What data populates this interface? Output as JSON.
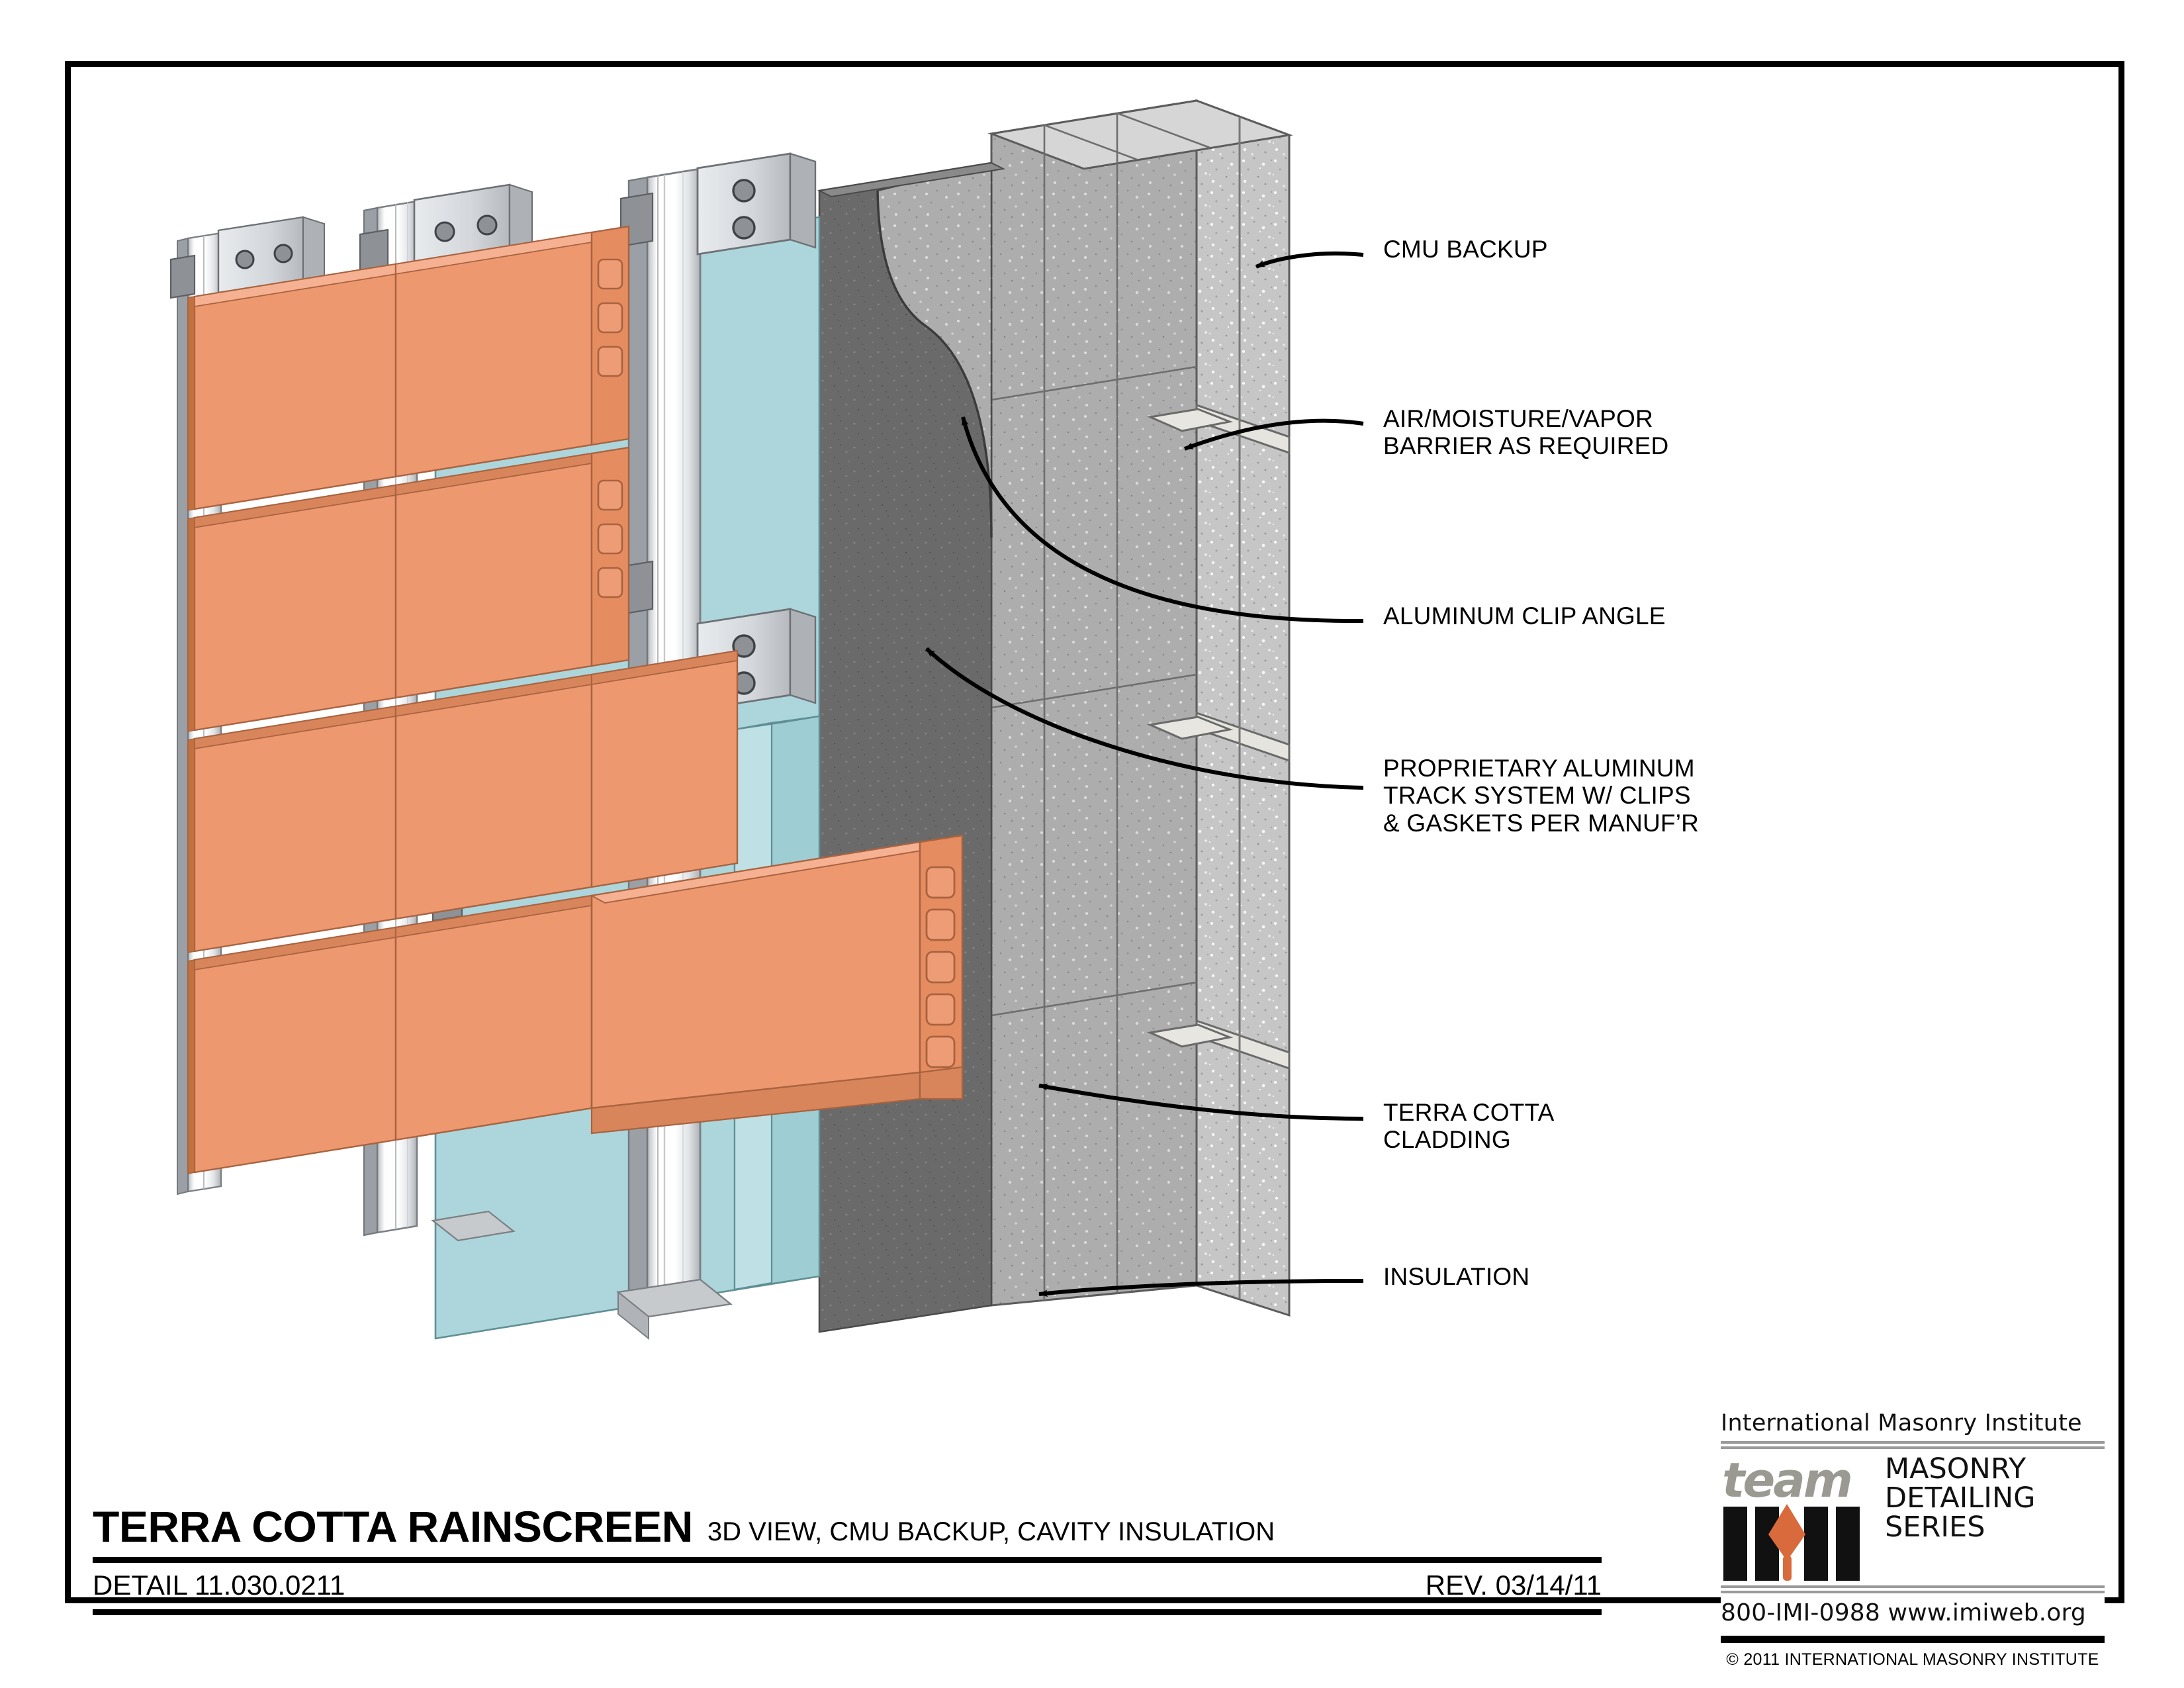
{
  "sheet": {
    "title": "TERRA COTTA RAINSCREEN",
    "subtitle": "3D VIEW, CMU BACKUP, CAVITY INSULATION",
    "detail_number": "DETAIL 11.030.0211",
    "revision": "REV. 03/14/11"
  },
  "callouts": [
    {
      "id": "cmu-backup",
      "text": "CMU BACKUP"
    },
    {
      "id": "air-barrier",
      "text": "AIR/MOISTURE/VAPOR\nBARRIER AS REQUIRED"
    },
    {
      "id": "clip-angle",
      "text": "ALUMINUM CLIP ANGLE"
    },
    {
      "id": "track-system",
      "text": "PROPRIETARY ALUMINUM\nTRACK SYSTEM W/ CLIPS\n& GASKETS PER MANUF’R"
    },
    {
      "id": "terra-cotta",
      "text": "TERRA COTTA\nCLADDING"
    },
    {
      "id": "insulation",
      "text": "INSULATION"
    }
  ],
  "logo": {
    "organization": "International Masonry Institute",
    "team_word": "team",
    "program_line1": "MASONRY",
    "program_line2": "DETAILING",
    "program_line3": "SERIES",
    "program_text": "MASONRY\nDETAILING\nSERIES",
    "phone": "800-IMI-0988",
    "website": "www.imiweb.org",
    "contact_line": "800-IMI-0988   www.imiweb.org",
    "copyright": "© 2011 INTERNATIONAL MASONRY INSTITUTE"
  },
  "colors": {
    "terra_cotta": "#ee9870",
    "terra_cotta_dark": "#d97e57",
    "terra_cotta_edge": "#c2703f",
    "insulation": "#acd6db",
    "insulation_dark": "#8fc2c8",
    "cmu_light": "#c9c9c9",
    "cmu_mid": "#b4b4b4",
    "cmu_dark": "#8f8f8f",
    "air_barrier": "#6e6e6e",
    "air_barrier_dark": "#545454",
    "aluminum": "#ededed",
    "aluminum_shade": "#b9bcc0",
    "steel_clip": "#d6dade",
    "outline": "#3a3a3a",
    "black": "#000000",
    "team_gray": "#9a9a93",
    "trowel_orange": "#d96a3b"
  }
}
